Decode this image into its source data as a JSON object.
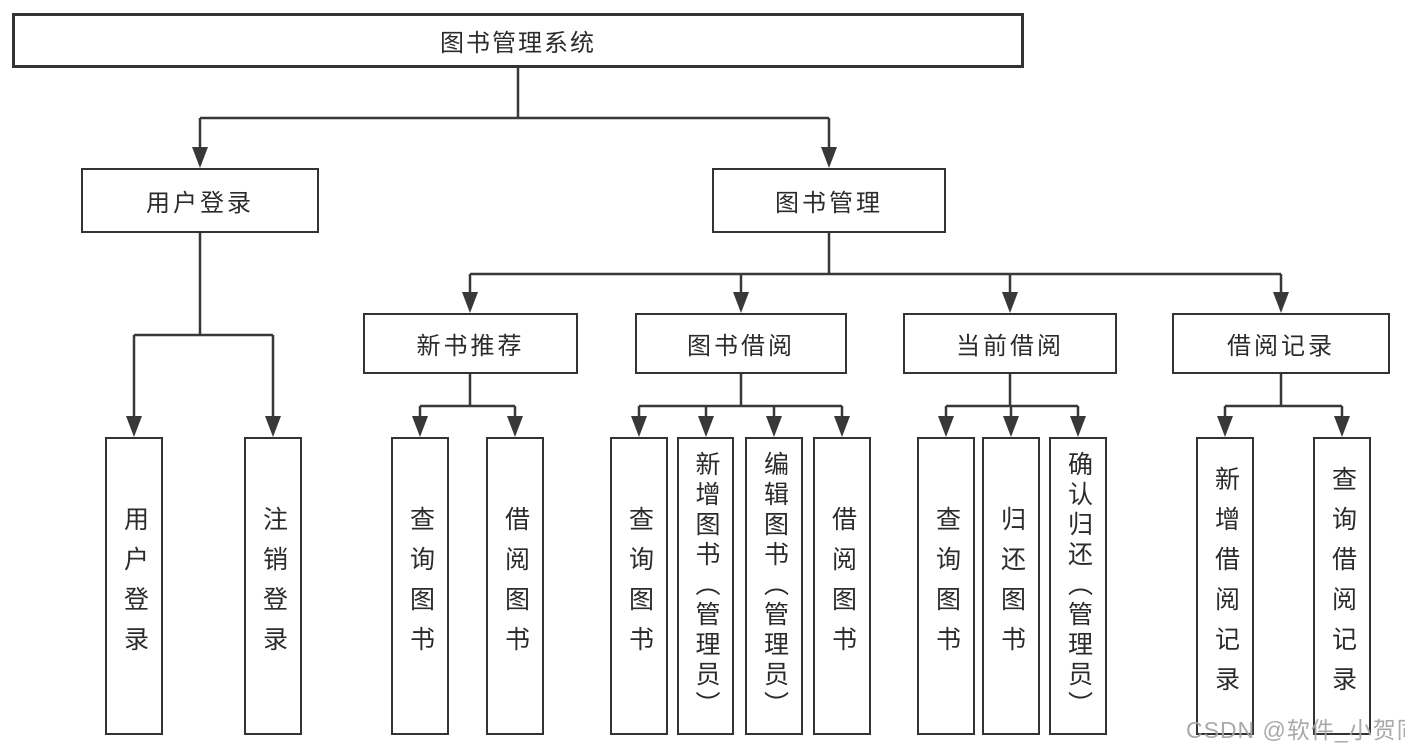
{
  "diagram": {
    "type": "tree",
    "root": {
      "label": "图书管理系统",
      "children": [
        {
          "label": "用户登录",
          "children": [
            {
              "label": "用户登录"
            },
            {
              "label": "注销登录"
            }
          ]
        },
        {
          "label": "图书管理",
          "children": [
            {
              "label": "新书推荐",
              "children": [
                {
                  "label": "查询图书"
                },
                {
                  "label": "借阅图书"
                }
              ]
            },
            {
              "label": "图书借阅",
              "children": [
                {
                  "label": "查询图书"
                },
                {
                  "label": "新增图书（管理员）"
                },
                {
                  "label": "编辑图书（管理员）"
                },
                {
                  "label": "借阅图书"
                }
              ]
            },
            {
              "label": "当前借阅",
              "children": [
                {
                  "label": "查询图书"
                },
                {
                  "label": "归还图书"
                },
                {
                  "label": "确认归还（管理员）"
                }
              ]
            },
            {
              "label": "借阅记录",
              "children": [
                {
                  "label": "新增借阅记录"
                },
                {
                  "label": "查询借阅记录"
                }
              ]
            }
          ]
        }
      ]
    }
  },
  "watermark": {
    "text": "CSDN @软件_小贺同学"
  },
  "colors": {
    "line": "#383838",
    "box_border": "#333333",
    "box_fill": "#ffffff",
    "text": "#2b2b2b",
    "watermark": "#a4a4a4",
    "background": "#ffffff"
  }
}
